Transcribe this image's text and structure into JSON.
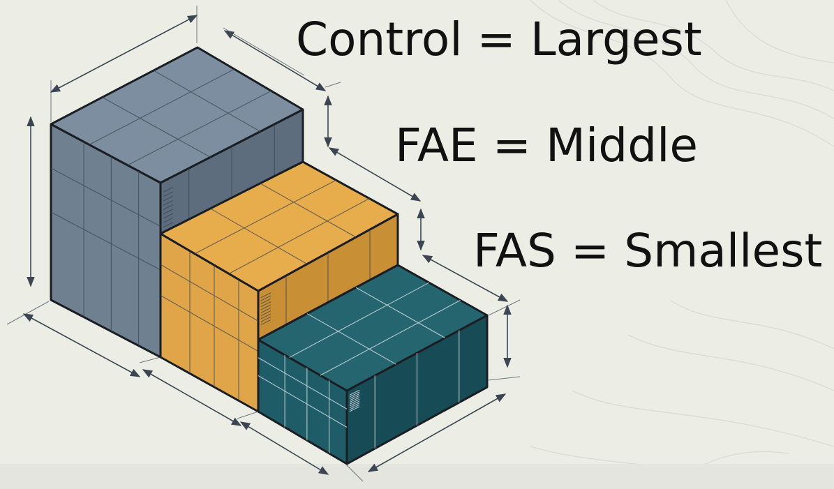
{
  "diagram": {
    "labels": [
      "Control = Largest",
      "FAE = Middle",
      "FAS = Smallest"
    ],
    "boxes": [
      {
        "name": "control-box",
        "color": "#6f8091",
        "top_color": "#7d8ea0",
        "side_color": "#5d6d7e"
      },
      {
        "name": "fae-box",
        "color": "#e0a548",
        "top_color": "#e7ac4c",
        "side_color": "#c98f35"
      },
      {
        "name": "fas-box",
        "color": "#1e5c68",
        "top_color": "#24656f",
        "side_color": "#174c57"
      }
    ],
    "colors": {
      "background": "#eceee6",
      "outline": "#1a1e22",
      "dimension_line": "#3b4652",
      "hatch_light": "#e8ecef"
    }
  }
}
